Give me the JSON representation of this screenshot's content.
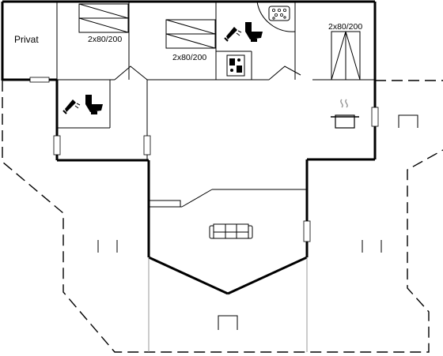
{
  "plan": {
    "rooms": {
      "private_room": {
        "label": "Privat"
      },
      "bedroom_1": {
        "bed_label": "2x80/200"
      },
      "bedroom_2": {
        "bed_label": "2x80/200"
      },
      "bedroom_3": {
        "bed_label": "2x80/200"
      }
    },
    "icons": [
      "shower-icon",
      "toilet-icon",
      "whirlpool-icon",
      "washing-machine-icon",
      "stove-icon",
      "sofa-icon",
      "garden-chair-icon"
    ]
  }
}
